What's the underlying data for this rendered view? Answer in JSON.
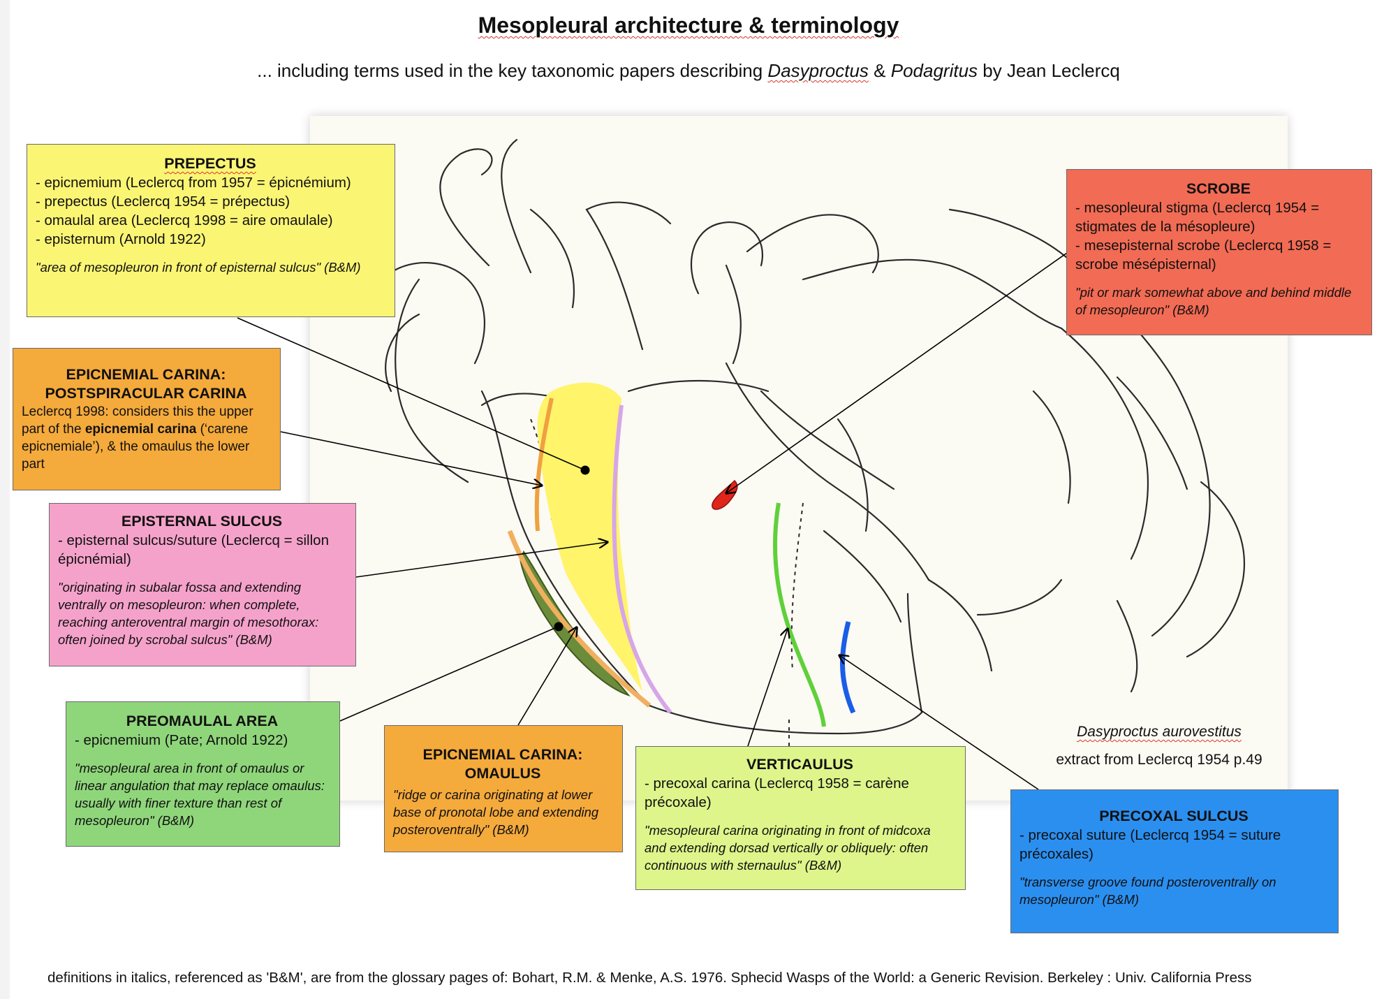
{
  "title": "Mesopleural architecture & terminology",
  "subtitle": {
    "prefix": "... including terms used in the key taxonomic papers describing",
    "genus1": "Dasyproctus",
    "amp": "&",
    "genus2": "Podagritus",
    "suffix": "by Jean Leclercq"
  },
  "colors": {
    "prepectus": "#fbf574",
    "scrobe": "#f26b54",
    "postspiracular": "#f5aa3c",
    "episternal": "#f5a2cb",
    "preomaulal": "#8fd67b",
    "omaulus": "#f5aa3c",
    "verticaulus": "#ddf58a",
    "precoxal": "#2b8ff0"
  },
  "boxes": {
    "prepectus": {
      "title": "PREPECTUS",
      "lines": [
        "- epicnemium (Leclercq from 1957 = épicnémium)",
        "-  prepectus (Leclercq 1954 = prépectus)",
        "-  omaulal area (Leclercq 1998 = aire omaulale)",
        "- episternum (Arnold 1922)"
      ],
      "quote": "\"area of mesopleuron in front of episternal sulcus\" (B&M)"
    },
    "scrobe": {
      "title": "SCROBE",
      "lines": [
        "- mesopleural stigma (Leclercq 1954 = stigmates de la mésopleure)",
        "- mesepisternal scrobe (Leclercq 1958 = scrobe mésépisternal)"
      ],
      "quote": "\"pit or mark somewhat above and behind middle of mesopleuron\" (B&M)"
    },
    "postspiracular": {
      "title1": "EPICNEMIAL CARINA:",
      "title2": "POSTSPIRACULAR CARINA",
      "text_a": "Leclercq 1998: considers this the upper part of the",
      "text_bold": "epicnemial carina",
      "text_b": "(‘carene epicnemiale’), & the omaulus the lower part"
    },
    "episternal": {
      "title": "EPISTERNAL SULCUS",
      "lines": [
        "- episternal sulcus/suture (Leclercq = sillon épicnémial)"
      ],
      "quote": "\"originating in subalar fossa and extending ventrally on mesopleuron: when complete, reaching anteroventral margin of mesothorax: often joined by scrobal sulcus\" (B&M)"
    },
    "preomaulal": {
      "title": "PREOMAULAL AREA",
      "lines": [
        "- epicnemium (Pate; Arnold 1922)"
      ],
      "quote": "\"mesopleural area in front of omaulus or linear angulation that may replace omaulus: usually with finer texture than rest of mesopleuron\" (B&M)"
    },
    "omaulus": {
      "title1": "EPICNEMIAL CARINA:",
      "title2": "OMAULUS",
      "quote": "\"ridge or carina originating at lower base of pronotal lobe and extending posteroventrally\" (B&M)"
    },
    "verticaulus": {
      "title": "VERTICAULUS",
      "lines": [
        "- precoxal carina (Leclercq 1958 = carène précoxale)"
      ],
      "quote": "\"mesopleural carina originating in front of midcoxa and extending dorsad vertically or obliquely: often continuous with sternaulus\" (B&M)"
    },
    "precoxal": {
      "title": "PRECOXAL SULCUS",
      "lines": [
        "- precoxal suture (Leclercq 1954 = suture précoxales)"
      ],
      "quote": "\"transverse groove found posteroventrally on mesopleuron\" (B&M)"
    }
  },
  "caption": {
    "species": "Dasyproctus aurovestitus",
    "source": "extract from Leclercq 1954 p.49"
  },
  "footer": "definitions in italics, referenced as 'B&M', are from the glossary pages of: Bohart, R.M. & Menke, A.S. 1976. Sphecid Wasps of the World: a Generic Revision. Berkeley : Univ. California Press"
}
